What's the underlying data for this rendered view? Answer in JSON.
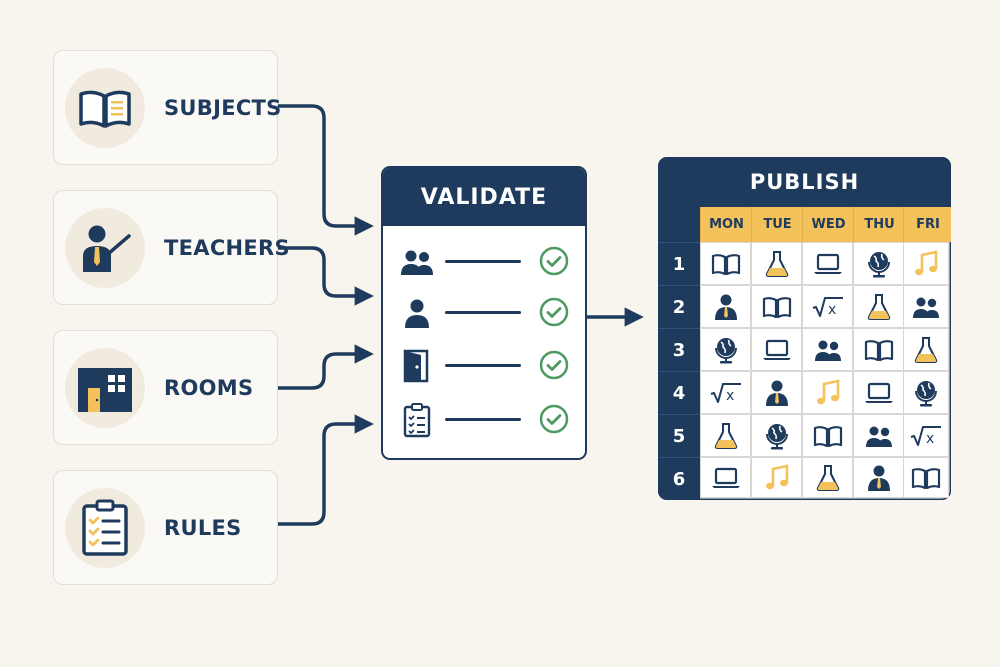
{
  "inputs": [
    {
      "label": "SUBJECTS",
      "icon": "open-book-icon"
    },
    {
      "label": "TEACHERS",
      "icon": "teacher-icon"
    },
    {
      "label": "ROOMS",
      "icon": "building-icon"
    },
    {
      "label": "RULES",
      "icon": "clipboard-checklist-icon"
    }
  ],
  "validate": {
    "title": "VALIDATE",
    "rows": [
      {
        "icon": "people-icon"
      },
      {
        "icon": "person-icon"
      },
      {
        "icon": "door-icon"
      },
      {
        "icon": "clipboard-icon"
      }
    ]
  },
  "publish": {
    "title": "PUBLISH",
    "days": [
      "MON",
      "TUE",
      "WED",
      "THU",
      "FRI"
    ],
    "periods": [
      "1",
      "2",
      "3",
      "4",
      "5",
      "6"
    ],
    "grid": [
      [
        "book",
        "flask",
        "laptop",
        "globe",
        "music"
      ],
      [
        "person",
        "book",
        "sqrt",
        "flask",
        "people"
      ],
      [
        "globe",
        "laptop",
        "people",
        "book",
        "flask"
      ],
      [
        "sqrt",
        "person",
        "music",
        "laptop",
        "globe"
      ],
      [
        "flask",
        "globe",
        "book",
        "people",
        "sqrt"
      ],
      [
        "laptop",
        "music",
        "flask",
        "person",
        "book"
      ]
    ]
  },
  "colors": {
    "navy": "#1e3a5c",
    "gold": "#f3c25a",
    "green": "#4f9a63",
    "background": "#f8f5ef"
  }
}
